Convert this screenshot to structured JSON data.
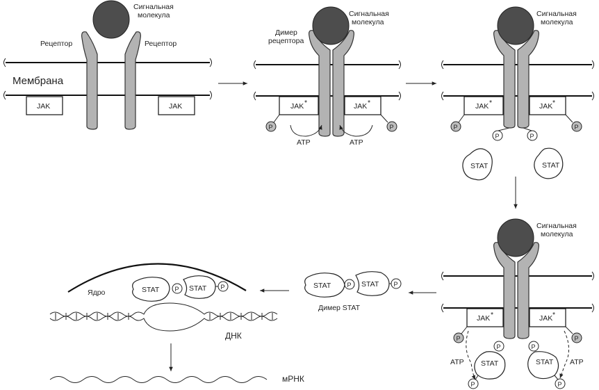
{
  "labels": {
    "signal_molecule_1": "Сигнальная",
    "signal_molecule_2": "молекула",
    "receptor": "Рецептор",
    "receptor_dimer_1": "Димер",
    "receptor_dimer_2": "рецептора",
    "membrane": "Мембрана",
    "jak": "JAK",
    "jak_active_star": "*",
    "phosphate": "P",
    "atp": "ATP",
    "stat": "STAT",
    "stat_dimer": "Димер STAT",
    "nucleus": "Ядро",
    "dna": "ДНК",
    "mrna": "мРНК"
  }
}
